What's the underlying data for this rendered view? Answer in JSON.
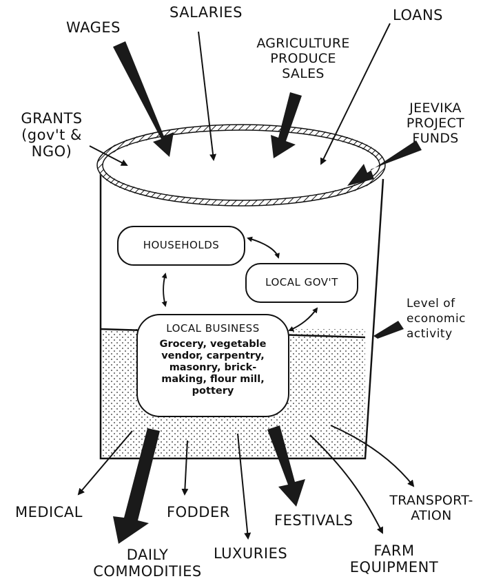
{
  "inflows": [
    {
      "id": "grants",
      "label": "GRANTS\n(gov't &\nNGO)"
    },
    {
      "id": "wages",
      "label": "WAGES"
    },
    {
      "id": "salaries",
      "label": "SALARIES"
    },
    {
      "id": "agriculture",
      "label": "AGRICULTURE\nPRODUCE\nSALES"
    },
    {
      "id": "loans",
      "label": "LOANS"
    },
    {
      "id": "jeevika",
      "label": "JEEVIKA\nPROJECT\nFUNDS"
    }
  ],
  "actors": {
    "households": "HOUSEHOLDS",
    "local_govt": "LOCAL GOV'T",
    "local_business": {
      "title": "LOCAL BUSINESS",
      "description": "Grocery, vegetable\nvendor, carpentry,\nmasonry, brick-\nmaking, flour mill,\npottery"
    }
  },
  "level_label": "Level of\neconomic\nactivity",
  "outflows": [
    {
      "id": "medical",
      "label": "MEDICAL"
    },
    {
      "id": "daily_commodities",
      "label": "DAILY\nCOMMODITIES"
    },
    {
      "id": "fodder",
      "label": "FODDER"
    },
    {
      "id": "luxuries",
      "label": "LUXURIES"
    },
    {
      "id": "festivals",
      "label": "FESTIVALS"
    },
    {
      "id": "farm_equipment",
      "label": "FARM\nEQUIPMENT"
    },
    {
      "id": "transportation",
      "label": "TRANSPORT-\nATION"
    }
  ]
}
